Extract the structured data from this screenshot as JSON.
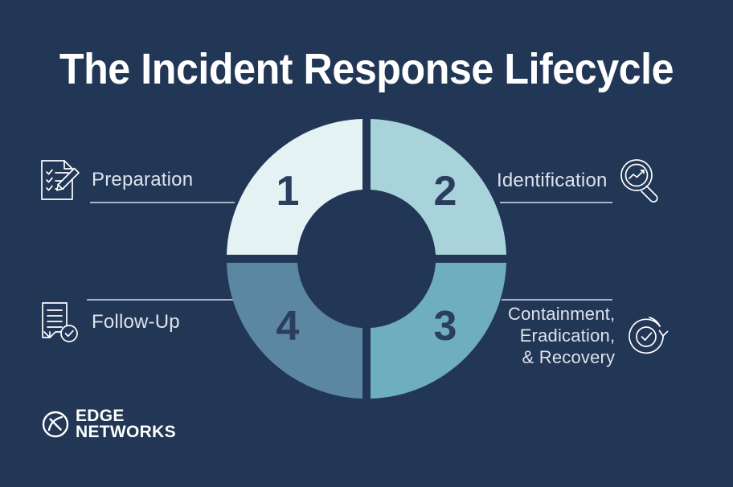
{
  "title": "The Incident Response Lifecycle",
  "colors": {
    "background": "#223656",
    "segment_1": "#e4f2f4",
    "segment_2": "#a9d3da",
    "segment_3": "#6fadc0",
    "segment_4": "#5b87a3",
    "number_text": "#2b3e5e",
    "label_text": "#dde3ea",
    "connector_line": "#aab6c6",
    "title_text": "#ffffff"
  },
  "chart_data": {
    "type": "pie",
    "title": "The Incident Response Lifecycle",
    "subtype": "donut",
    "legend": "labels placed outside each quadrant",
    "categories": [
      "Preparation",
      "Identification",
      "Containment, Eradication, & Recovery",
      "Follow-Up"
    ],
    "values": [
      25,
      25,
      25,
      25
    ],
    "labels": [
      "1",
      "2",
      "3",
      "4"
    ],
    "colors": [
      "#e4f2f4",
      "#a9d3da",
      "#6fadc0",
      "#5b87a3"
    ]
  },
  "segments": [
    {
      "number": "1",
      "label": "Preparation",
      "icon": "checklist-pencil-icon",
      "color": "#e4f2f4",
      "position": "top-left"
    },
    {
      "number": "2",
      "label": "Identification",
      "icon": "magnifier-chart-icon",
      "color": "#a9d3da",
      "position": "top-right"
    },
    {
      "number": "3",
      "label_lines": [
        "Containment,",
        "Eradication,",
        "& Recovery"
      ],
      "label": "Containment, Eradication, & Recovery",
      "icon": "refresh-check-icon",
      "color": "#6fadc0",
      "position": "bottom-right"
    },
    {
      "number": "4",
      "label": "Follow-Up",
      "icon": "document-check-icon",
      "color": "#5b87a3",
      "position": "bottom-left"
    }
  ],
  "brand": {
    "line1": "EDGE",
    "line2": "NETWORKS",
    "icon": "edge-networks-logo-icon"
  }
}
